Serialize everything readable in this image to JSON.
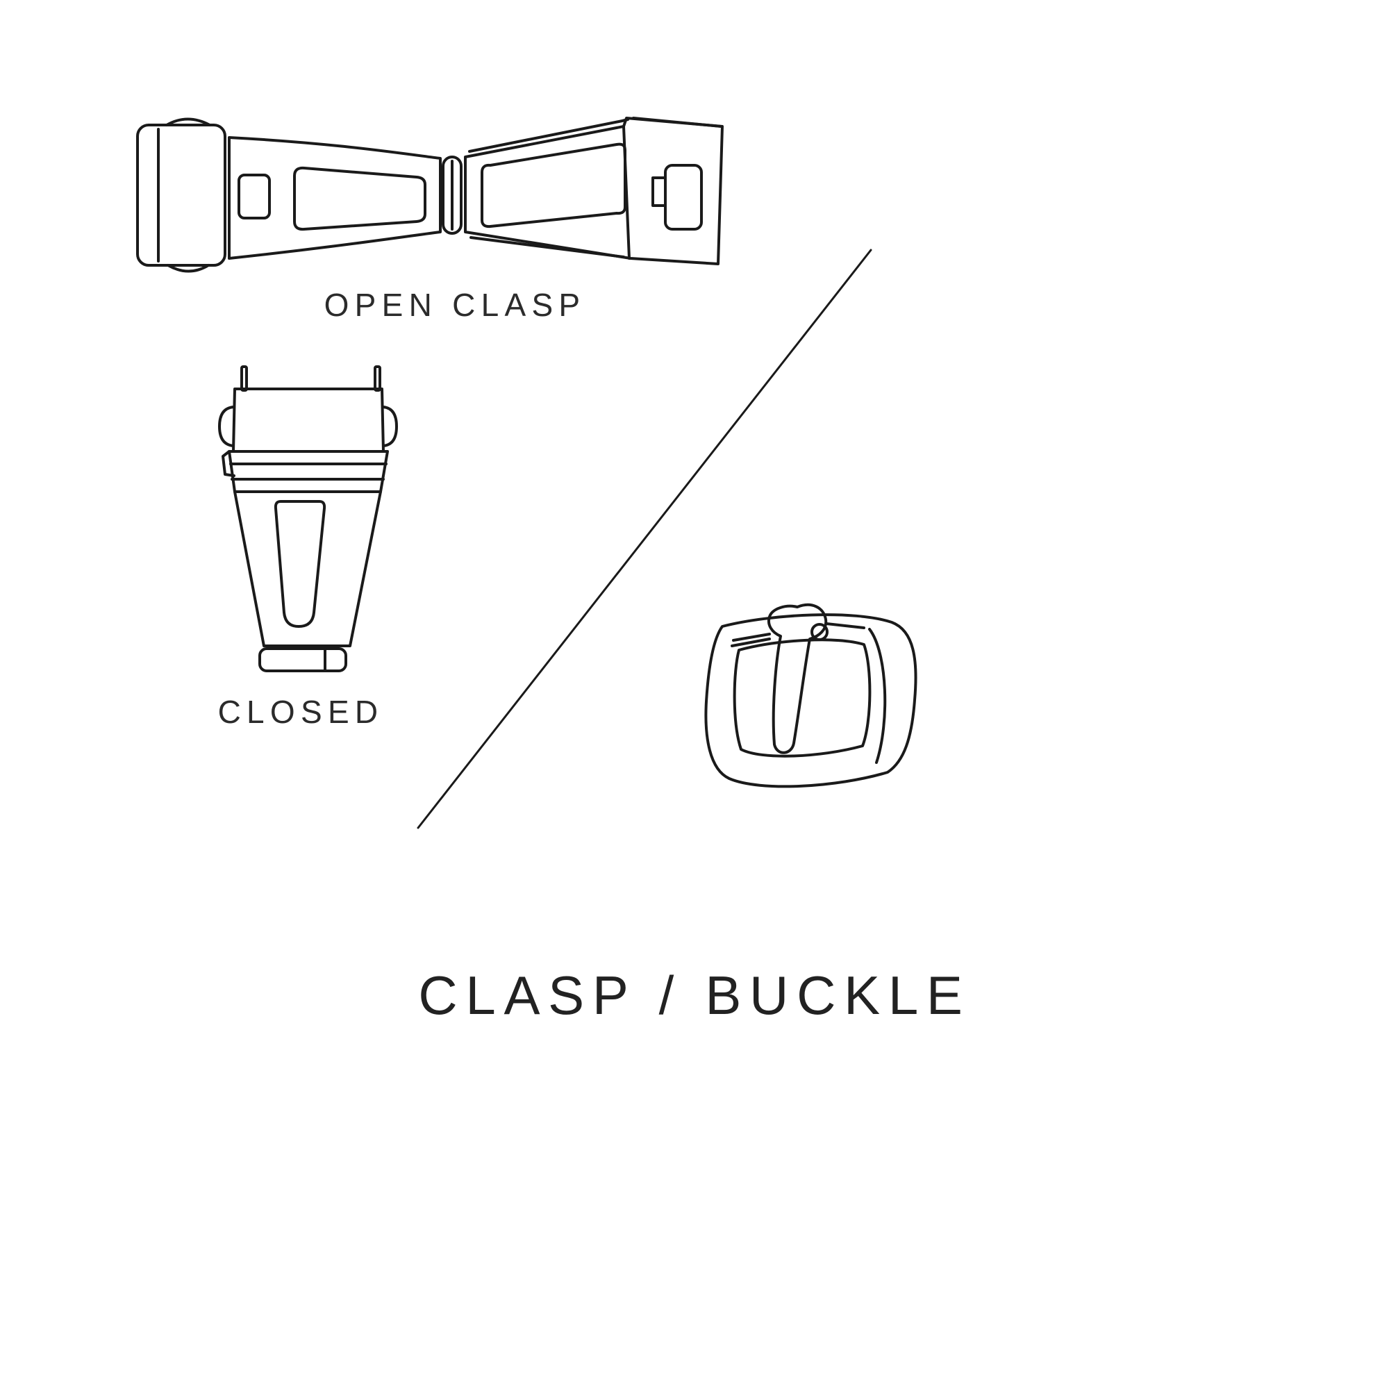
{
  "page": {
    "background_color": "#ffffff",
    "line_color": "#1a1a1a",
    "text_color": "#2b2b2b"
  },
  "labels": {
    "open_clasp": "OPEN CLASP",
    "closed": "CLOSED"
  },
  "title": "CLASP / BUCKLE",
  "illustrations": [
    {
      "name": "open-clasp-illustration",
      "caption": "OPEN CLASP"
    },
    {
      "name": "closed-clasp-illustration",
      "caption": "CLOSED"
    },
    {
      "name": "buckle-illustration",
      "caption": ""
    }
  ]
}
